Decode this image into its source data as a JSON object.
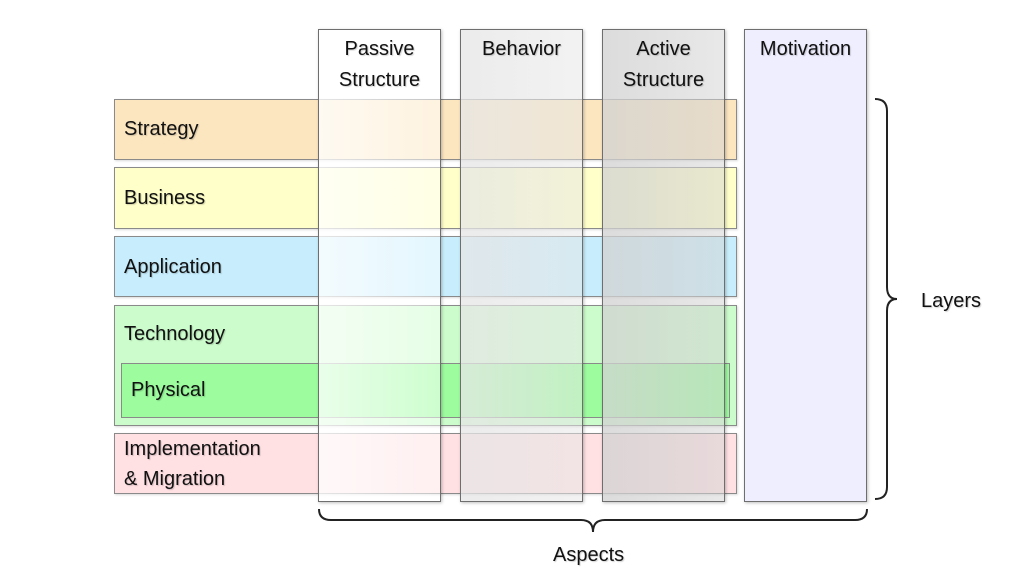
{
  "layers": [
    {
      "id": "strategy",
      "label": "Strategy",
      "color": "#FCE6C0"
    },
    {
      "id": "business",
      "label": "Business",
      "color": "#FFFFCA"
    },
    {
      "id": "application",
      "label": "Application",
      "color": "#C8EEFD"
    },
    {
      "id": "technology",
      "label": "Technology",
      "color": "#CCFCCC"
    },
    {
      "id": "physical",
      "label": "Physical",
      "color": "#9CFC9E"
    },
    {
      "id": "implementation",
      "label": "Implementation\n& Migration",
      "color": "#FFE0E3"
    }
  ],
  "aspects": [
    {
      "id": "passive-structure",
      "label": "Passive\nStructure",
      "color": "#FFFFFF"
    },
    {
      "id": "behavior",
      "label": "Behavior",
      "color": "#E6E6E6"
    },
    {
      "id": "active-structure",
      "label": "Active\nStructure",
      "color": "#D2D2D2"
    },
    {
      "id": "motivation",
      "label": "Motivation",
      "color": "#EEEEFF"
    }
  ],
  "brace_labels": {
    "layers": "Layers",
    "aspects": "Aspects"
  }
}
